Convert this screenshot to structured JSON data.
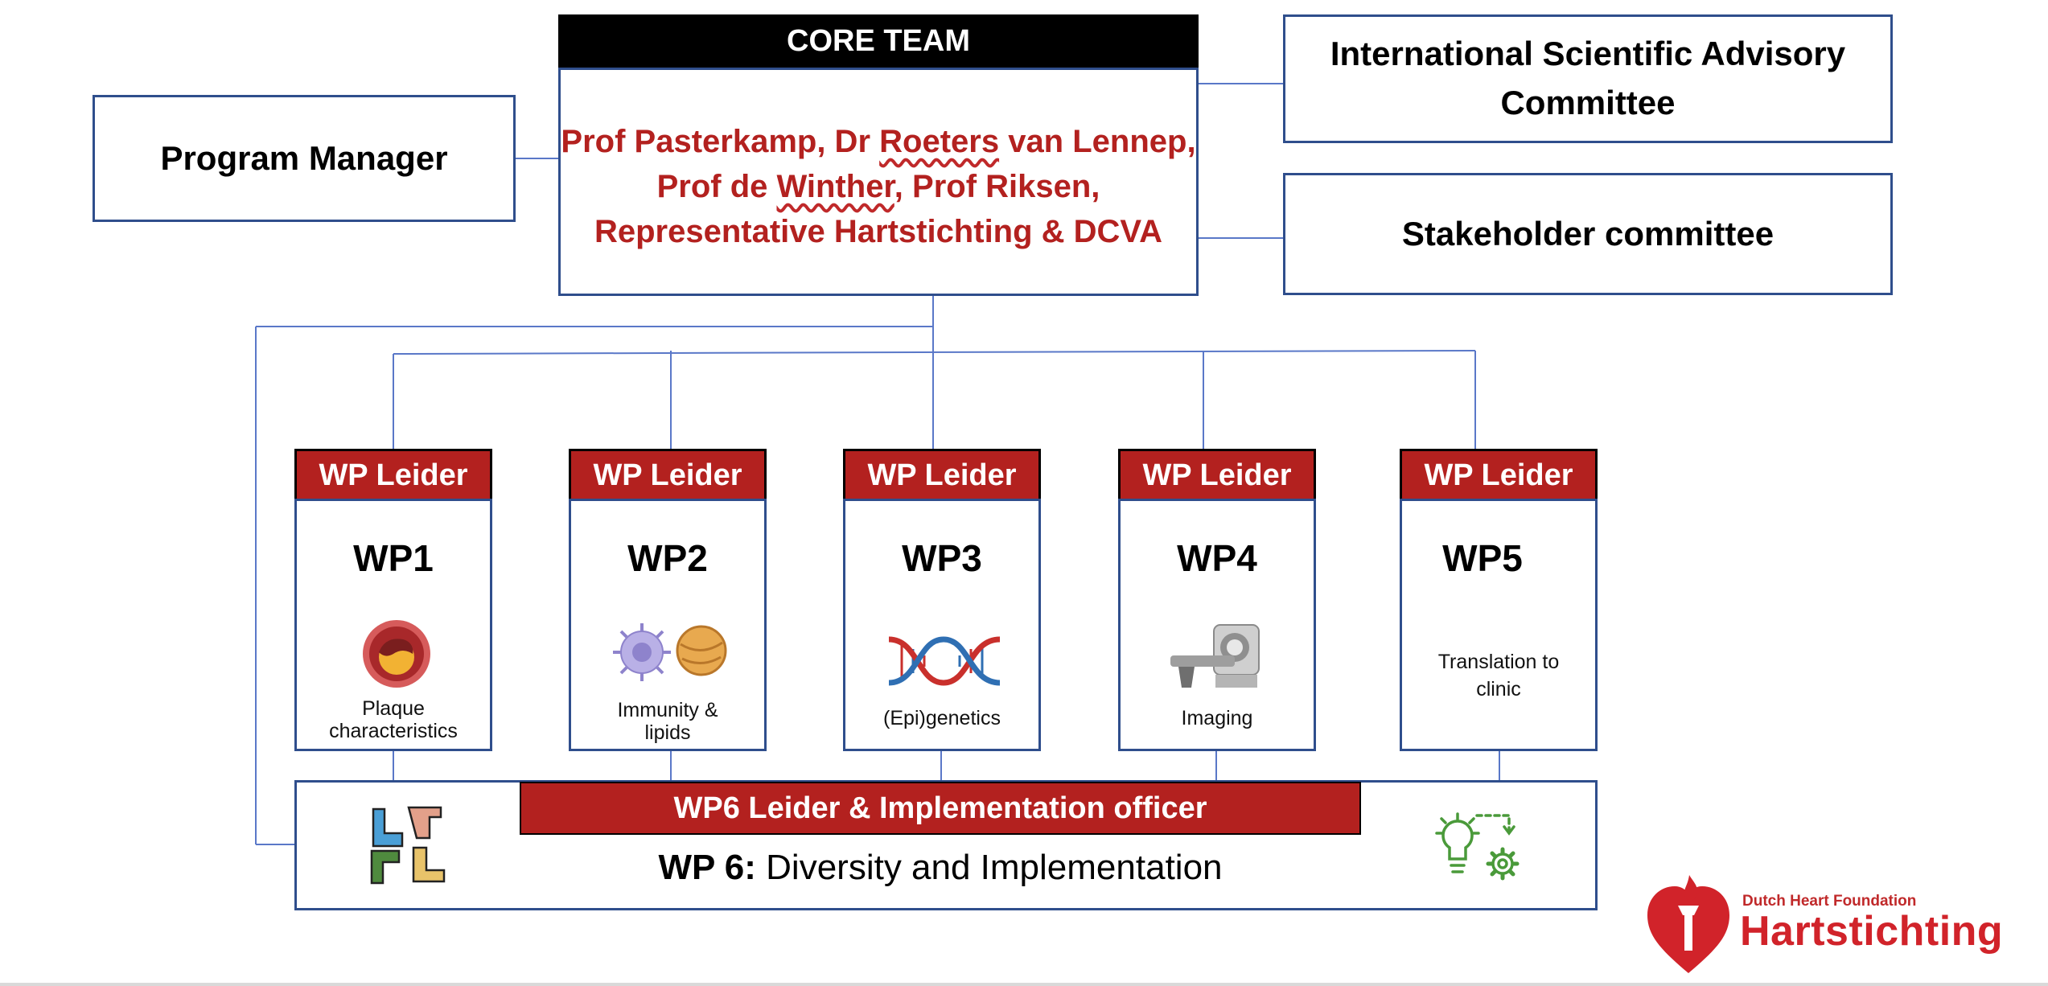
{
  "core_team": {
    "header": "CORE TEAM",
    "members_line1_a": "Prof Pasterkamp, Dr ",
    "members_line1_b": "Roeters",
    "members_line1_c": " van Lennep,",
    "members_line2_a": "Prof de ",
    "members_line2_b": "Winther",
    "members_line2_c": ", Prof Riksen,",
    "members_line3": "Representative Hartstichting & DCVA"
  },
  "program_manager": "Program Manager",
  "advisory_committee": {
    "line1": "International Scientific Advisory",
    "line2": "Committee"
  },
  "stakeholder_committee": "Stakeholder committee",
  "work_packages": [
    {
      "header": "WP Leider",
      "title": "WP1",
      "caption_line1": "Plaque",
      "caption_line2": "characteristics",
      "icon": "plaque-icon"
    },
    {
      "header": "WP Leider",
      "title": "WP2",
      "caption_line1": "Immunity &",
      "caption_line2": "lipids",
      "icon": "immune-cell-icon"
    },
    {
      "header": "WP Leider",
      "title": "WP3",
      "caption_line1": "(Epi)genetics",
      "caption_line2": "",
      "icon": "dna-icon"
    },
    {
      "header": "WP Leider",
      "title": "WP4",
      "caption_line1": "Imaging",
      "caption_line2": "",
      "icon": "ct-scanner-icon"
    },
    {
      "header": "WP Leider",
      "title": "WP5",
      "caption_line1": "Translation to",
      "caption_line2": "clinic",
      "icon": ""
    }
  ],
  "wp6": {
    "banner": "WP6 Leider & Implementation officer",
    "label_bold": "WP 6:",
    "label_rest": " Diversity and Implementation",
    "left_icon": "diverse-hands-icon",
    "right_icon": "idea-to-gear-icon"
  },
  "logo": {
    "small": "Dutch Heart Foundation",
    "big": "Hartstichting",
    "icon": "heart-torch-icon"
  },
  "colors": {
    "accent_red": "#b3211f",
    "border_blue": "#2f4e8c",
    "connector_blue": "#5a78c8",
    "logo_red": "#d1232a"
  }
}
